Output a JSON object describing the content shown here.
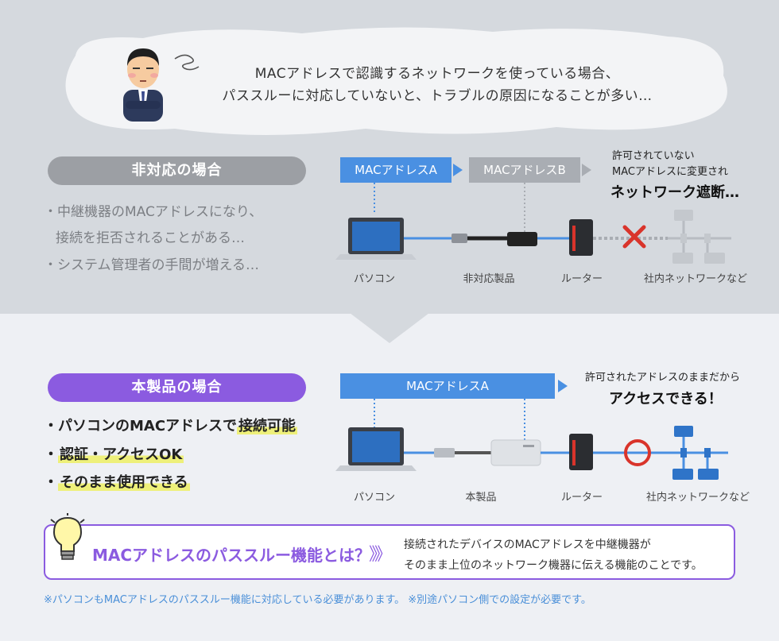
{
  "bubble": {
    "line1": "MACアドレスで認識するネットワークを使っている場合、",
    "line2": "パススルーに対応していないと、トラブルの原因になることが多い…"
  },
  "non_supported": {
    "title": "非対応の場合",
    "bullets": [
      "・中継機器のMACアドレスになり、",
      "接続を拒否されることがある…",
      "・システム管理者の手間が増える…"
    ],
    "mac_a": "MACアドレスA",
    "mac_b": "MACアドレスB",
    "note_line1": "許可されていない",
    "note_line2": "MACアドレスに変更され",
    "note_big": "ネットワーク遮断…",
    "labels": [
      "パソコン",
      "非対応製品",
      "ルーター",
      "社内ネットワークなど"
    ]
  },
  "product": {
    "title": "本製品の場合",
    "bullet1_pre": "・パソコンのMACアドレスで",
    "bullet1_hl": "接続可能",
    "bullet2_pre": "・",
    "bullet2_hl": "認証・アクセスOK",
    "bullet3_pre": "・",
    "bullet3_hl": "そのまま使用できる",
    "mac_a": "MACアドレスA",
    "note_line1": "許可されたアドレスのままだから",
    "note_big": "アクセスできる！",
    "labels": [
      "パソコン",
      "本製品",
      "ルーター",
      "社内ネットワークなど"
    ]
  },
  "info": {
    "title": "MACアドレスのパススルー機能とは？",
    "chevrons": "》》",
    "desc1": "接続されたデバイスのMACアドレスを中継機器が",
    "desc2": "そのまま上位のネットワーク機器に伝える機能のことです。"
  },
  "footnote": "※パソコンもMACアドレスのパススルー機能に対応している必要があります。 ※別途パソコン側での設定が必要です。",
  "colors": {
    "accent_purple": "#8b5be0",
    "mac_blue": "#4a90e2",
    "grey": "#9c9fa4",
    "cross_red": "#d9342b",
    "highlight": "#eef07a"
  }
}
